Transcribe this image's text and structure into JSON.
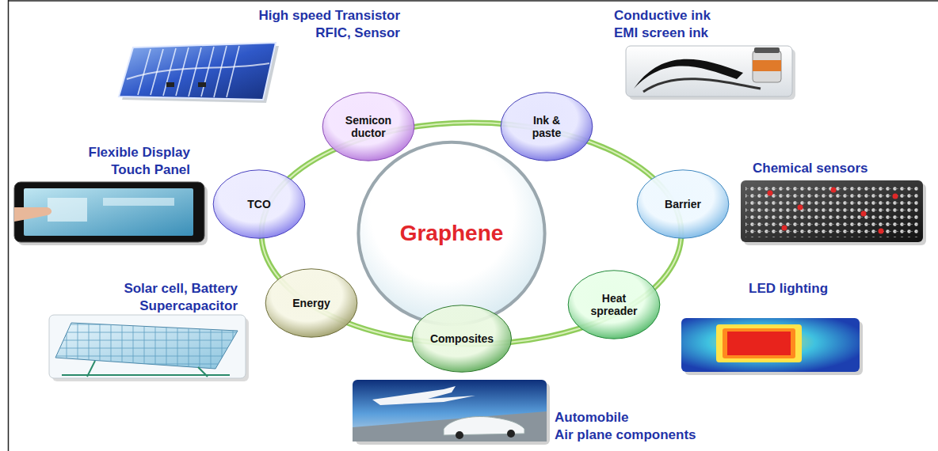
{
  "diagram": {
    "nodes": [
      {
        "text": [
          "Graphene"
        ]
      },
      {
        "text": [
          "Semicon ductor"
        ]
      },
      {
        "text": [
          "Ink & paste"
        ]
      },
      {
        "text": [
          "Barrier"
        ]
      },
      {
        "text": [
          "Heat spreader"
        ]
      },
      {
        "text": [
          "Composites"
        ]
      },
      {
        "text": [
          "Energy"
        ]
      },
      {
        "text": [
          "TCO"
        ]
      }
    ],
    "labels": [
      "High speed Transistor",
      "RFIC, Sensor",
      "Conductive ink",
      "EMI screen ink",
      "Flexible Display",
      "Touch Panel",
      "Chemical sensors",
      "Solar cell, Battery",
      "Supercapacitor",
      "LED lighting",
      "Automobile",
      "Air plane components"
    ]
  }
}
